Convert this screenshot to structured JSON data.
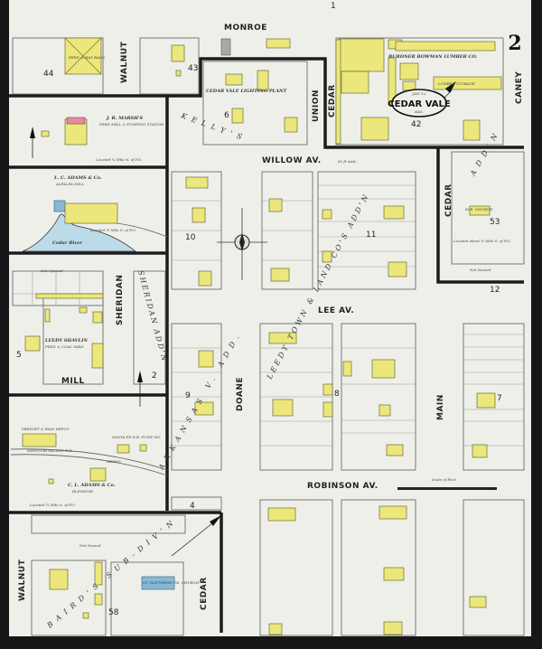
{
  "title": {
    "date": "JAN.'12",
    "town": "CEDAR VALE",
    "state": "KAS.",
    "sheet_number": "2"
  },
  "streets": {
    "monroe": "MONROE",
    "walnut_top": "WALNUT",
    "union": "UNION",
    "cedar_top": "CEDAR",
    "caney": "CANEY",
    "willow": "WILLOW AV.",
    "willow_width": "60 ft wide",
    "cedar_right": "CEDAR",
    "lee": "LEE AV.",
    "sheridan": "SHERIDAN",
    "mill": "MILL",
    "doane": "DOANE",
    "main": "MAIN",
    "robinson": "ROBINSON AV.",
    "walnut_bottom": "WALNUT",
    "cedar_bottom": "CEDAR",
    "not_opened": "Not Opened",
    "not_named_right": "Not Named",
    "not_named_bottom": "Not Named"
  },
  "blocks": [
    "44",
    "43",
    "42",
    "6",
    "10",
    "11",
    "53",
    "12",
    "2",
    "9",
    "8",
    "7",
    "5",
    "4",
    "58",
    "1"
  ],
  "additions": {
    "kellys": "KELLY'S",
    "sheridan_addn": "SHERIDAN ADD'N",
    "leedy": "LEEDY TOWN & LAND CO'S ADD'N",
    "arkansas": "ARKANSAS V. ADD.",
    "bairds": "BAIRD'S SUB-DIV'N",
    "addn_top": "ADD'N"
  },
  "features": {
    "lighting_plant": "CEDAR VALE LIGHTING PLANT",
    "lumber_co": "BURDNER BOWMAN LUMBER CO.",
    "lumber_storage": "LUMBER STORAGE",
    "marsh_name": "J. R. MARSH'S",
    "marsh_desc": "FEED MILL & PUMPING STATION",
    "marsh_location": "Located ¾ Mile N. of P.O.",
    "adams_mill_name": "L. C. ADAMS & Co.",
    "adams_mill_desc": "ALFALFA MILL",
    "adams_mill_location": "Located ½ Mile S. of P.O.",
    "river": "Cedar River",
    "leedy_yard": "LEEDY SHAVLIN",
    "leedy_yard_desc": "FEED & COAL YARD",
    "depot": "FREIGHT & PASS DEPOT",
    "railroad": "MISSOURI PACIFIC R.R.",
    "siding": "SIDING",
    "pump_house": "SANTA FE R.R. PUMP HO.",
    "elevator_name": "C. L. ADAMS & Co.",
    "elevator_desc": "ELEVATOR",
    "elevator_location": "Located ¾ Mile S. of P.O.",
    "me_church": "M.E. CHURCH",
    "me_church_location": "Located about ½ Mile S. of P.O.",
    "pe_church": "ST. MATTHEWS P.E. CHURCH",
    "scale_label": "Scale of Feet",
    "feed_store": "FEED & HAY BARN"
  },
  "colors": {
    "frame": "#1c1c1c",
    "paper": "#efefea",
    "frame_building": "#ece77a",
    "stone_building": "#86b9d6",
    "brick_building": "#e78aa0"
  }
}
